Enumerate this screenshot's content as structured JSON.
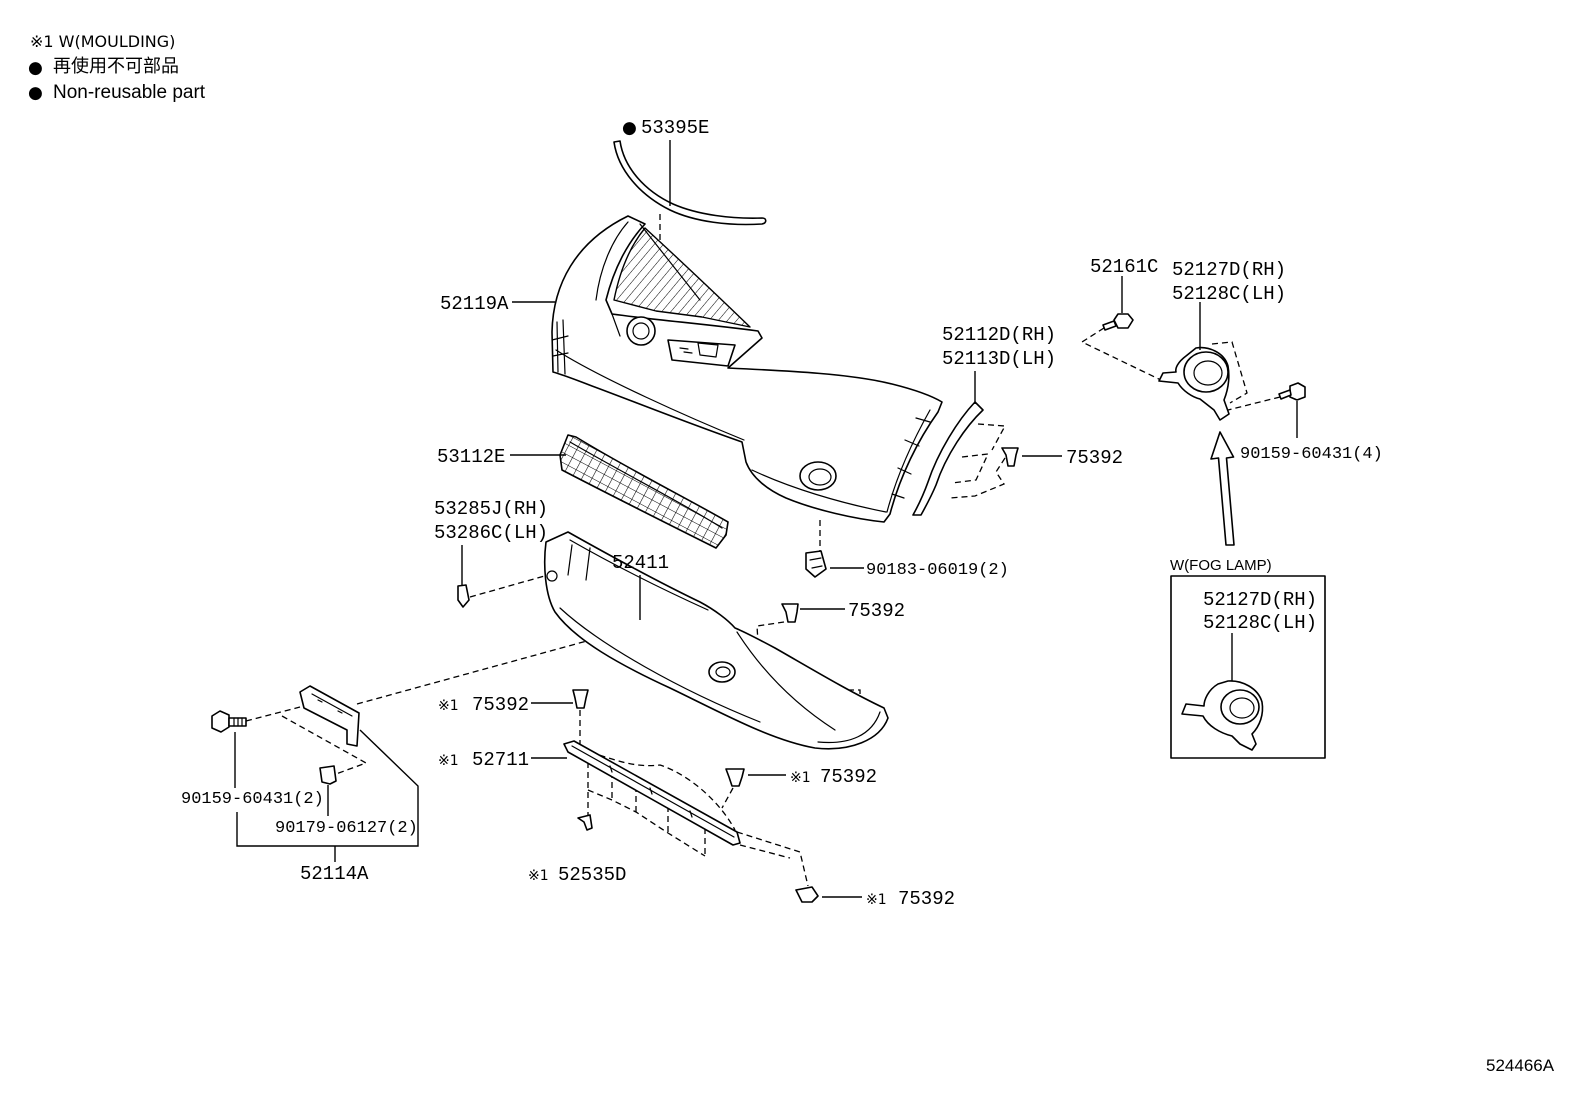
{
  "legend": {
    "moulding_note": "※1 W(MOULDING)",
    "bullet": "●",
    "nonreusable_ja": "再使用不可部品",
    "nonreusable_en": "Non-reusable part"
  },
  "callouts": {
    "upper_moulding": {
      "marker": "●",
      "part": "53395E"
    },
    "bumper_cover": "52119A",
    "lower_grille": "53112E",
    "extension_rh": "53285J(RH)",
    "extension_lh": "53286C(LH)",
    "lower_spoiler": "52411",
    "spoiler_clip": "75392",
    "retainer_clip": "90183-06019(2)",
    "liner_rh": "52112D(RH)",
    "liner_lh": "52113D(LH)",
    "liner_clip": "75392",
    "fog_screw": "52161C",
    "fog_cover_rh": "52127D(RH)",
    "fog_cover_lh": "52128C(LH)",
    "fog_bolt": "90159-60431(4)",
    "lower_clip_1": {
      "marker": "※1",
      "part": "75392"
    },
    "lower_moulding": {
      "marker": "※1",
      "part": "52711"
    },
    "lower_clip_2": {
      "marker": "※1",
      "part": "75392"
    },
    "lower_piece": {
      "marker": "※1",
      "part": "52535D"
    },
    "lower_clip_3": {
      "marker": "※1",
      "part": "75392"
    },
    "plate_bolt": "90159-60431(2)",
    "plate_clip": "90179-06127(2)",
    "plate_bracket": "52114A"
  },
  "fog_lamp_box": {
    "title": "W(FOG LAMP)",
    "rh": "52127D(RH)",
    "lh": "52128C(LH)"
  },
  "diagram_id": "524466A"
}
